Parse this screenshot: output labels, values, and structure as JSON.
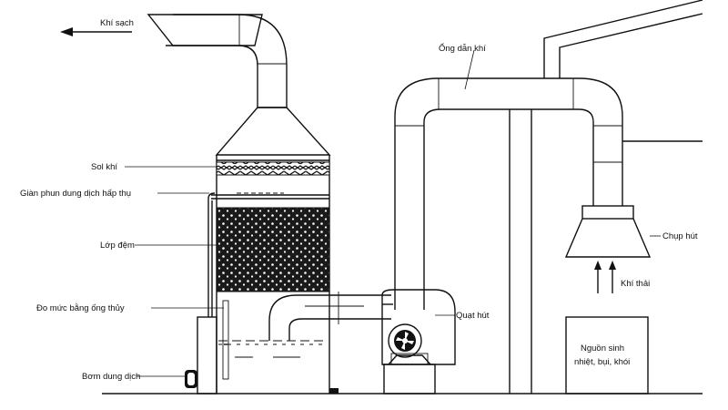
{
  "labels": {
    "clean_air": "Khí sạch",
    "air_duct": "Ống dẫn khí",
    "mist_eliminator": "Sol khí",
    "spray_rack": "Giàn phun dung dịch hấp thụ",
    "packing_layer": "Lớp đệm",
    "level_gauge": "Đo mức bằng ống thủy",
    "pump": "Bơm dung dịch",
    "fan": "Quạt hút",
    "hood": "Chụp hút",
    "exhaust_gas": "Khí thải",
    "source_line1": "Nguồn sinh",
    "source_line2": "nhiệt, bụi, khói"
  },
  "colors": {
    "ink": "#111111",
    "packing_fill": "#1a1a1a",
    "background": "#ffffff"
  },
  "icons": [
    "arrow-left-icon",
    "arrow-up-icon",
    "fan-impeller-icon"
  ]
}
